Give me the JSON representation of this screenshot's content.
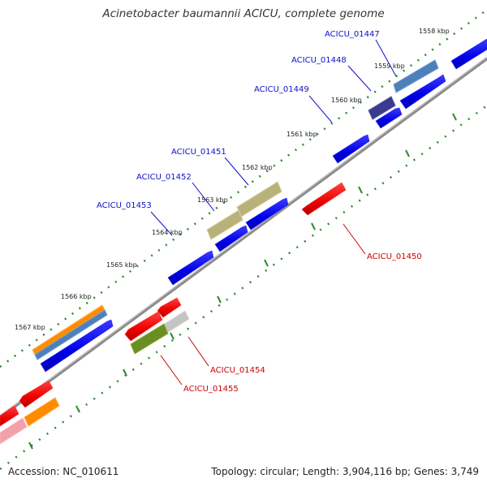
{
  "header": {
    "title": "Acinetobacter baumannii ACICU, complete genome"
  },
  "footer": {
    "accession": "Accession: NC_010611",
    "topology": "Topology: circular; Length: 3,904,116 bp; Genes: 3,749"
  },
  "colors": {
    "backbone": "#888888",
    "tick": "#2e8b2e",
    "forward_label": "#1010cc",
    "reverse_label": "#cc0000",
    "leader_forward": "#1010cc",
    "leader_reverse": "#cc0000"
  },
  "kbp_ticks": [
    {
      "label": "1558 kbp"
    },
    {
      "label": "1559 kbp"
    },
    {
      "label": "1560 kbp"
    },
    {
      "label": "1561 kbp"
    },
    {
      "label": "1562 kbp"
    },
    {
      "label": "1563 kbp"
    },
    {
      "label": "1564 kbp"
    },
    {
      "label": "1565 kbp"
    },
    {
      "label": "1566 kbp"
    },
    {
      "label": "1567 kbp"
    }
  ],
  "gene_labels": {
    "forward": [
      "ACICU_01447",
      "ACICU_01448",
      "ACICU_01449",
      "ACICU_01451",
      "ACICU_01452",
      "ACICU_01453"
    ],
    "reverse": [
      "ACICU_01450",
      "ACICU_01454",
      "ACICU_01455"
    ]
  }
}
